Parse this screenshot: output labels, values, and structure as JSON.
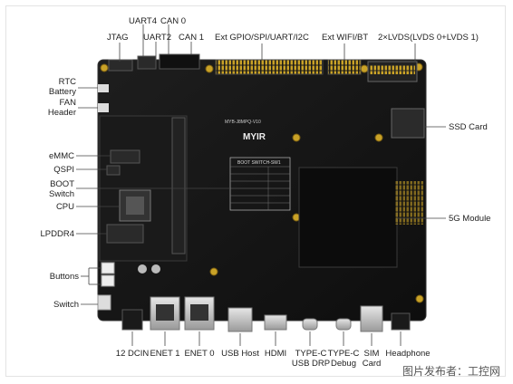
{
  "labels": {
    "jtag": "JTAG",
    "uart4": "UART4",
    "uart2": "UART2",
    "can0": "CAN 0",
    "can1": "CAN 1",
    "ext_gpio": "Ext GPIO/SPI/UART/I2C",
    "ext_wifi": "Ext WIFI/BT",
    "lvds": "2×LVDS(LVDS 0+LVDS 1)",
    "rtc_battery": "RTC\nBattery",
    "fan_header": "FAN\nHeader",
    "ssd_card": "SSD Card",
    "emmc": "eMMC",
    "qspi": "QSPI",
    "boot_switch": "BOOT\nSwitch",
    "cpu": "CPU",
    "module_5g": "5G Module",
    "lpddr4": "LPDDR4",
    "buttons": "Buttons",
    "switch": "Switch",
    "dcin": "12 DCIN",
    "enet1": "ENET 1",
    "enet0": "ENET 0",
    "usb_host": "USB Host",
    "hdmi": "HDMI",
    "type_c_usb_drp": "TYPE-C\nUSB DRP",
    "type_c_debug": "TYPE-C\nDebug",
    "sim_card": "SIM\nCard",
    "headphone": "Headphone"
  },
  "board": {
    "brand": "MYIR",
    "model": "MYB-J8MPQ-V10",
    "boot_table_title": "BOOT SWITCH-SW1"
  },
  "watermark": "图片发布者：工控网",
  "colors": {
    "pcb": "#161616",
    "gold": "#c9a227",
    "leader": "#444444"
  }
}
